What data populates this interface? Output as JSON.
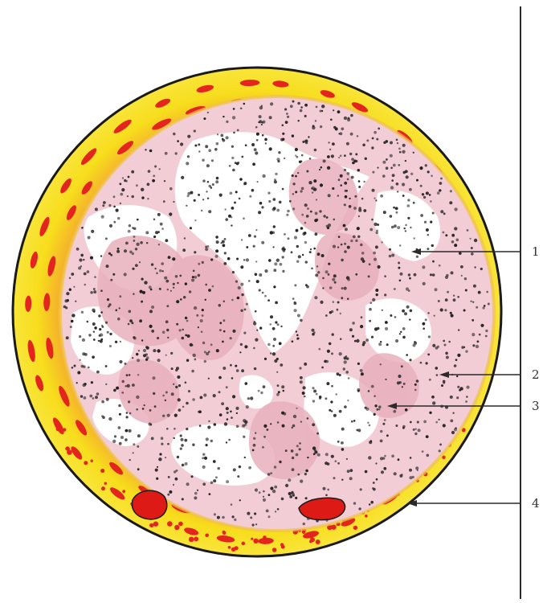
{
  "figure": {
    "labels": [
      {
        "id": "1",
        "text": "1"
      },
      {
        "id": "2",
        "text": "2"
      },
      {
        "id": "3",
        "text": "3"
      },
      {
        "id": "4",
        "text": "4"
      }
    ]
  },
  "colors": {
    "capsule_outline": "#1a1a1a",
    "capsule_fill": "#f7dd1c",
    "capsule_inner_glow": "#f5b52a",
    "nuclei_red": "#e4251e",
    "vessel_red": "#dd1a16",
    "tissue_pink": "#e8b0bd",
    "tissue_pink_light": "#f2cdd5",
    "cell_dots": "#222222",
    "lumen_white": "#ffffff",
    "leader_line": "#2a2a2a"
  }
}
